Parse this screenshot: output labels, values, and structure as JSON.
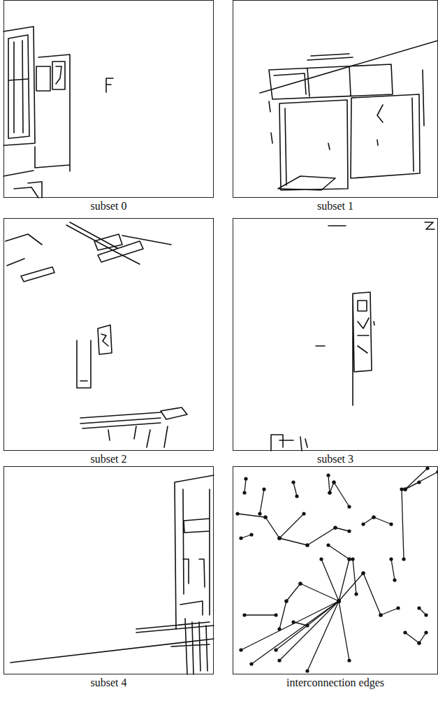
{
  "diagram": {
    "nodes": [
      {
        "text": [
          "subset 0"
        ]
      },
      {
        "text": [
          "subset 1"
        ]
      },
      {
        "text": [
          "subset 2"
        ]
      },
      {
        "text": [
          "subset 3"
        ]
      },
      {
        "text": [
          "subset 4"
        ]
      },
      {
        "text": [
          "interconnection edges"
        ]
      }
    ]
  }
}
